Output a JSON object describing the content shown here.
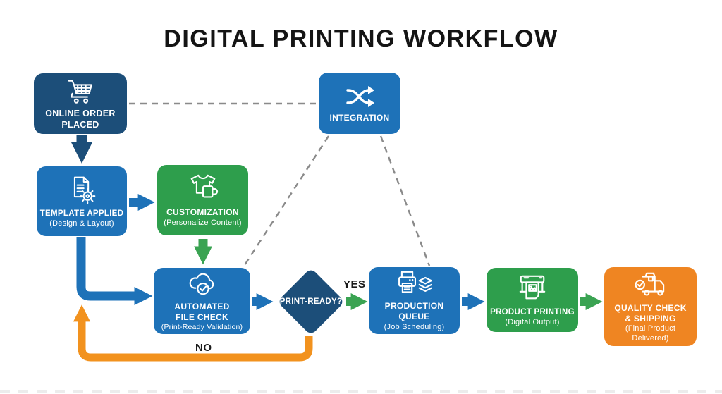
{
  "title": "DIGITAL PRINTING WORKFLOW",
  "colors": {
    "dark_blue": "#1C4E79",
    "blue": "#1E72B8",
    "green": "#2E9E4C",
    "arrow_green": "#3AA352",
    "orange": "#EF8522",
    "loop_orange": "#F2921E",
    "dashed_gray": "#8A8A8A",
    "title_text": "#141414"
  },
  "nodes": {
    "online_order": {
      "label": "ONLINE ORDER PLACED",
      "icon": "cart-icon",
      "color": "#1C4E79"
    },
    "integration": {
      "label": "INTEGRATION",
      "icon": "shuffle-icon",
      "color": "#1E72B8"
    },
    "template_applied": {
      "label": "TEMPLATE APPLIED",
      "sublabel": "(Design & Layout)",
      "icon": "document-gear-icon",
      "color": "#1E72B8"
    },
    "customization": {
      "label": "CUSTOMIZATION",
      "sublabel": "(Personalize Content)",
      "icon": "tshirt-mug-icon",
      "color": "#2E9E4C"
    },
    "automated_file_check": {
      "label": "AUTOMATED FILE CHECK",
      "sublabel": "(Print-Ready Validation)",
      "icon": "cloud-check-icon",
      "color": "#1E72B8"
    },
    "print_ready": {
      "label": "PRINT-READY?",
      "color": "#1C4E79"
    },
    "production_queue": {
      "label": "PRODUCTION QUEUE",
      "sublabel": "(Job Scheduling)",
      "icon": "printer-stack-icon",
      "color": "#1E72B8"
    },
    "product_printing": {
      "label": "PRODUCT PRINTING",
      "sublabel": "(Digital Output)",
      "icon": "plotter-icon",
      "color": "#2E9E4C"
    },
    "quality_check_shipping": {
      "label": "QUALITY CHECK & SHIPPING",
      "sublabel": "(Final Product Delivered)",
      "icon": "delivery-truck-icon",
      "color": "#EF8522"
    }
  },
  "edges": {
    "yes_label": "YES",
    "no_label": "NO"
  }
}
